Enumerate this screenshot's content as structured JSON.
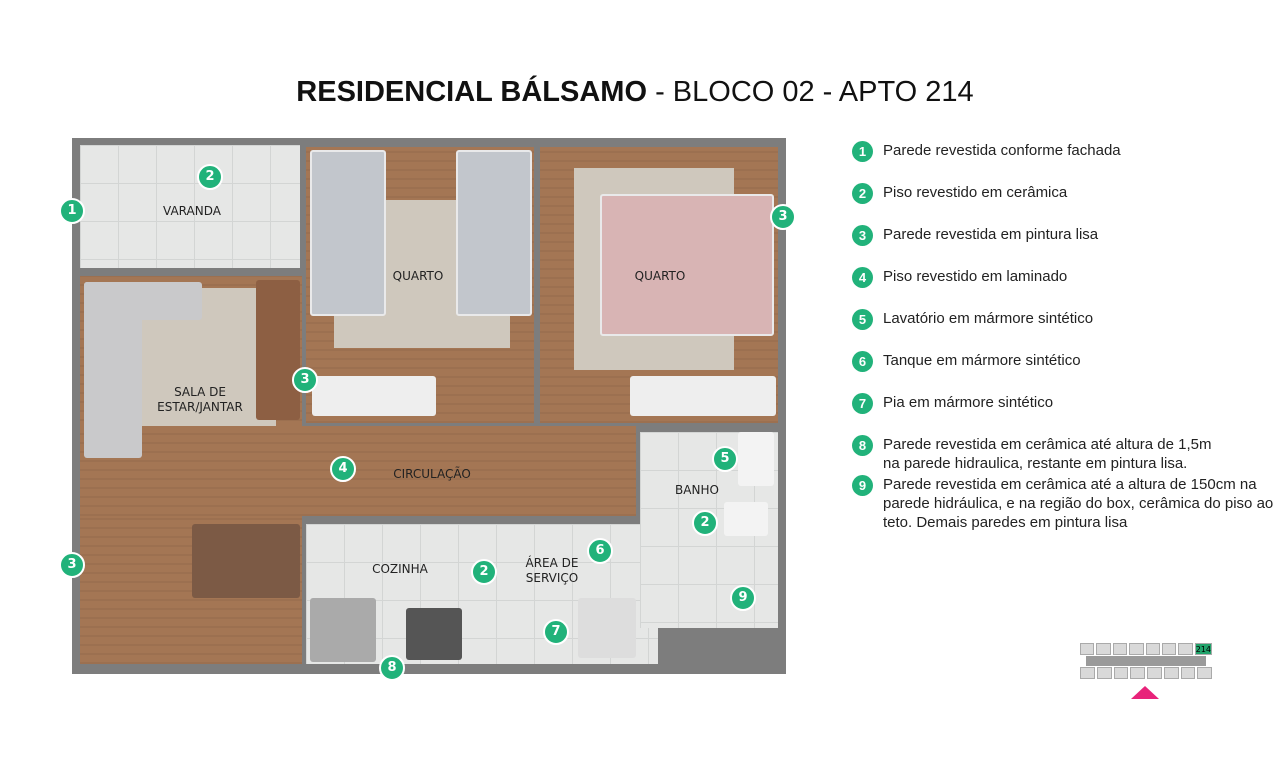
{
  "title": {
    "bold": "RESIDENCIAL BÁLSAMO",
    "rest": " - BLOCO 02 - APTO 214"
  },
  "rooms": {
    "varanda": "VARANDA",
    "quarto1": "QUARTO",
    "quarto2": "QUARTO",
    "sala": "SALA DE ESTAR/JANTAR",
    "circulacao": "CIRCULAÇÃO",
    "cozinha": "COZINHA",
    "area": "ÁREA DE SERVIÇO",
    "banho": "BANHO"
  },
  "markers": [
    "1",
    "2",
    "3",
    "3",
    "4",
    "5",
    "2",
    "6",
    "3",
    "2",
    "7",
    "9",
    "8"
  ],
  "legend": [
    {
      "n": "1",
      "text": "Parede revestida conforme fachada"
    },
    {
      "n": "2",
      "text": "Piso revestido em cerâmica"
    },
    {
      "n": "3",
      "text": "Parede revestida em pintura lisa"
    },
    {
      "n": "4",
      "text": "Piso revestido em laminado"
    },
    {
      "n": "5",
      "text": "Lavatório em mármore sintético"
    },
    {
      "n": "6",
      "text": "Tanque em mármore sintético"
    },
    {
      "n": "7",
      "text": "Pia em mármore sintético"
    },
    {
      "n": "8",
      "text": "Parede revestida em cerâmica até altura de 1,5m na parede hidraulica, restante em pintura lisa."
    },
    {
      "n": "9",
      "text": "Parede revestida em cerâmica até a altura de 150cm na parede hidráulica, e na região do box, cerâmica do piso ao teto. Demais paredes em pintura lisa"
    }
  ],
  "key_plan": {
    "unit": "214"
  },
  "colors": {
    "marker": "#21b27a",
    "arrow": "#e8237a"
  }
}
